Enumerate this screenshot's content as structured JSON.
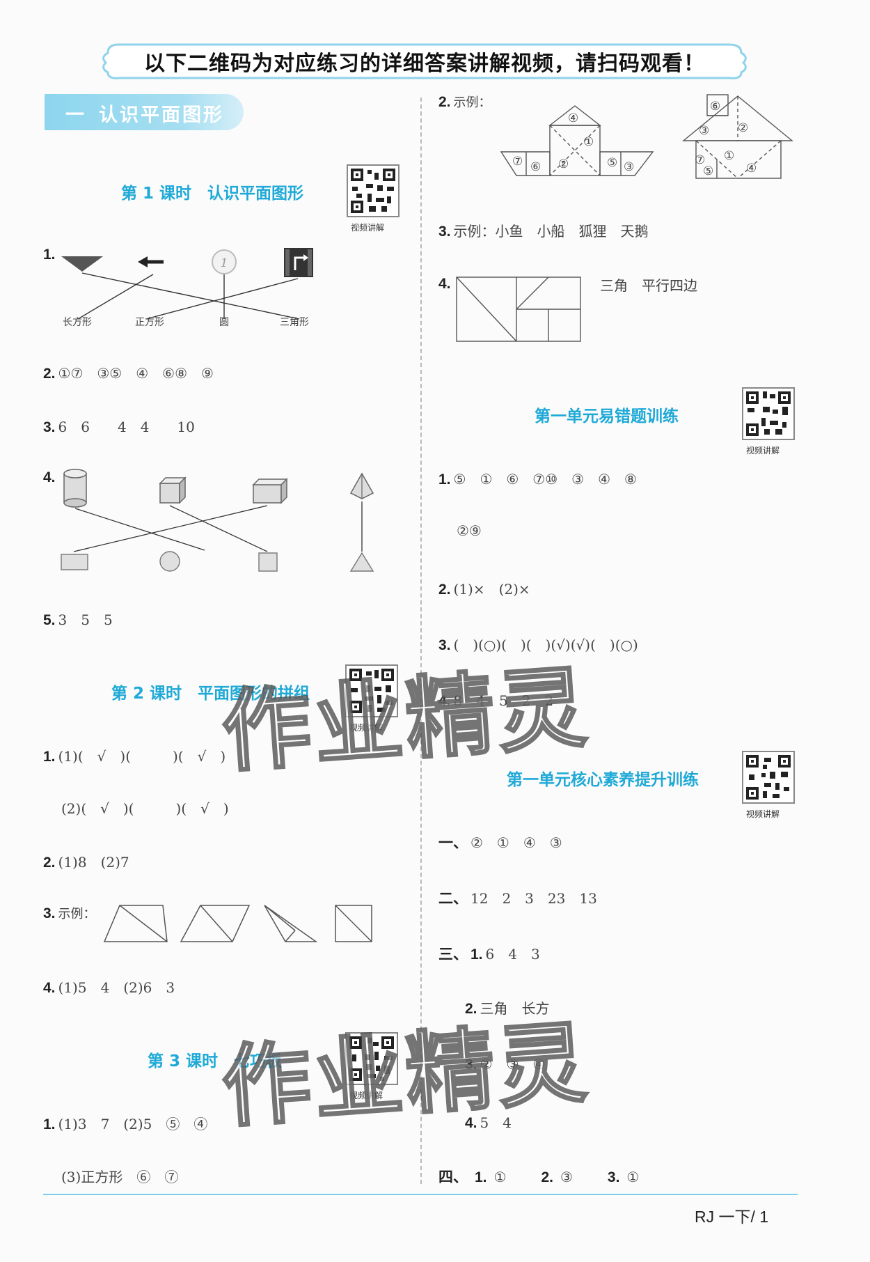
{
  "banner": {
    "text": "以下二维码为对应练习的详细答案讲解视频，请扫码观看！"
  },
  "unit": {
    "number": "一",
    "title": "认识平面图形"
  },
  "qr_caption": "视频讲解",
  "lessons": {
    "l1": "第 1 课时　认识平面图形",
    "l2": "第 2 课时　平面图形的拼组",
    "l3": "第 3 课时　七巧板",
    "mistakes": "第一单元易错题训练",
    "core": "第一单元核心素养提升训练"
  },
  "left": {
    "q1": {
      "num": "1.",
      "labels": [
        "长方形",
        "正方形",
        "圆",
        "三角形"
      ],
      "coin": "1"
    },
    "q2": {
      "num": "2.",
      "answer": "①⑦　③⑤　④　⑥⑧　⑨"
    },
    "q3": {
      "num": "3.",
      "answer": "6　6　　4　4　　10"
    },
    "q4": {
      "num": "4."
    },
    "q5": {
      "num": "5.",
      "answer": "3　5　5"
    },
    "l2q1": {
      "num": "1.",
      "line1": "(1)(　√　)(　　　)(　√　)",
      "line2": "(2)(　√　)(　　　)(　√　)"
    },
    "l2q2": {
      "num": "2.",
      "answer": "(1)8　(2)7"
    },
    "l2q3": {
      "num": "3.",
      "label": "示例："
    },
    "l2q4": {
      "num": "4.",
      "answer": "(1)5　4　(2)6　3"
    },
    "l3q1": {
      "num": "1.",
      "line1": "(1)3　7　(2)5　⑤　④",
      "line2": "(3)正方形　⑥　⑦"
    }
  },
  "right": {
    "q2": {
      "num": "2.",
      "label": "示例：",
      "boat_marks": [
        "④",
        "①",
        "⑦",
        "⑥",
        "②",
        "⑤",
        "③"
      ],
      "house_marks": [
        "⑥",
        "③",
        "②",
        "⑦",
        "⑤",
        "①",
        "④"
      ]
    },
    "q3": {
      "num": "3.",
      "answer": "示例：小鱼　小船　狐狸　天鹅"
    },
    "q4": {
      "num": "4.",
      "answer": "三角　平行四边"
    },
    "m1": {
      "num": "1.",
      "line1": "⑤　①　⑥　⑦⑩　③　④　⑧",
      "line2": "②⑨"
    },
    "m2": {
      "num": "2.",
      "answer": "(1)×　(2)×"
    },
    "m3": {
      "num": "3.",
      "answer": "(　)(○)(　)(　)(√)(√)(　)(○)"
    },
    "m4": {
      "num": "4.",
      "answer": "8　4　5　2　2"
    },
    "c1": {
      "num": "一、",
      "answer": "②　①　④　③"
    },
    "c2": {
      "num": "二、",
      "answer": "12　2　3　23　13"
    },
    "c3": {
      "num": "三、",
      "sub1": "1.",
      "ans1": "6　4　3",
      "sub2": "2.",
      "ans2": "三角　长方",
      "sub3": "3.",
      "ans3": "②　③　④",
      "sub4": "4.",
      "ans4": "5　4"
    },
    "c4": {
      "num": "四、",
      "sub1": "1.",
      "ans1": "①",
      "sub2": "2.",
      "ans2": "③",
      "sub3": "3.",
      "ans3": "①"
    }
  },
  "watermark": "作业精灵",
  "footer": "RJ 一下/ 1"
}
